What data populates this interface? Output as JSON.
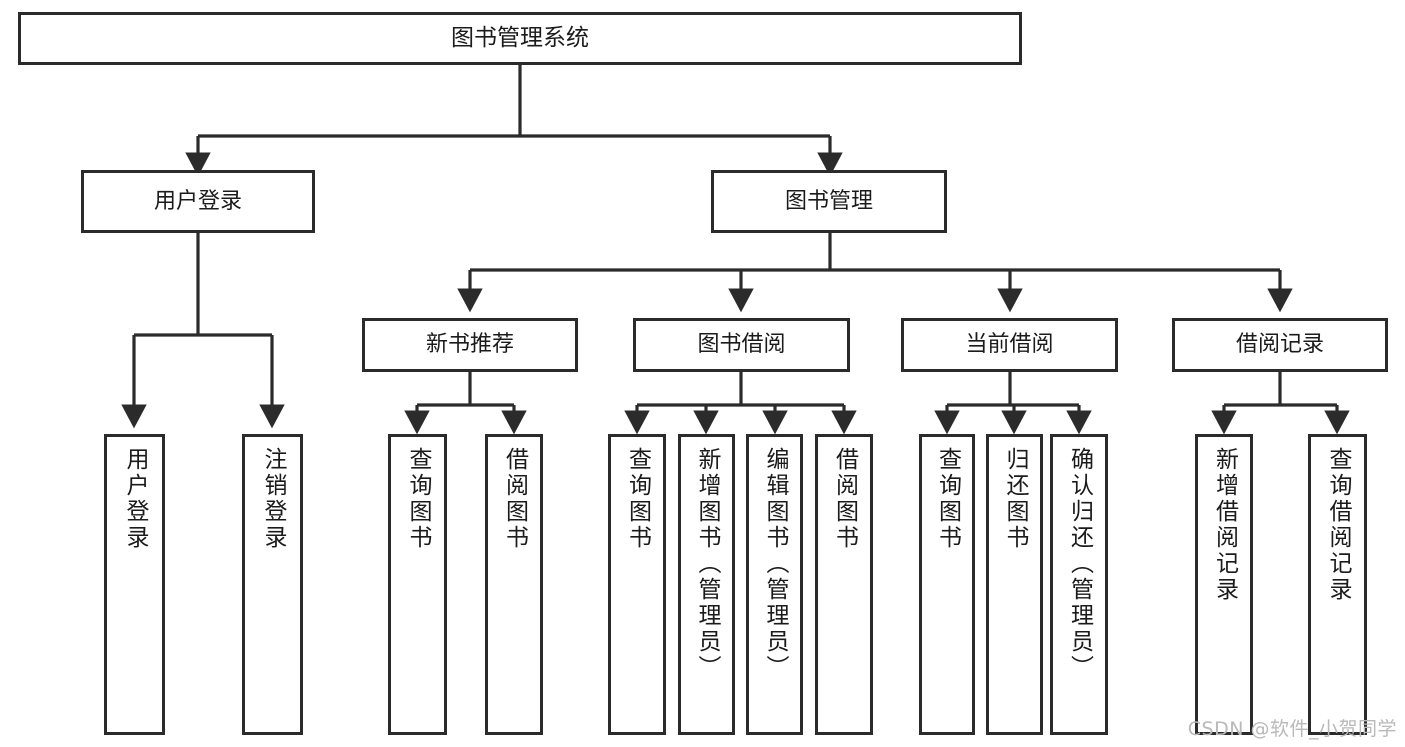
{
  "diagram": {
    "title": "图书管理系统",
    "type": "hierarchy-tree",
    "root": {
      "id": "root",
      "label": "图书管理系统"
    },
    "level2": [
      {
        "id": "user-login",
        "label": "用户登录"
      },
      {
        "id": "book-manage",
        "label": "图书管理"
      }
    ],
    "level3": [
      {
        "id": "new-book-rec",
        "label": "新书推荐"
      },
      {
        "id": "book-borrow",
        "label": "图书借阅"
      },
      {
        "id": "current-borrow",
        "label": "当前借阅"
      },
      {
        "id": "borrow-record",
        "label": "借阅记录"
      }
    ],
    "leaves": [
      {
        "id": "leaf-user-login",
        "label": "用户登录",
        "parent": "user-login"
      },
      {
        "id": "leaf-logout",
        "label": "注销登录",
        "parent": "user-login"
      },
      {
        "id": "leaf-query-book-1",
        "label": "查询图书",
        "parent": "new-book-rec"
      },
      {
        "id": "leaf-borrow-book-1",
        "label": "借阅图书",
        "parent": "new-book-rec"
      },
      {
        "id": "leaf-query-book-2",
        "label": "查询图书",
        "parent": "book-borrow"
      },
      {
        "id": "leaf-add-book",
        "label": "新增图书（管理员）",
        "parent": "book-borrow"
      },
      {
        "id": "leaf-edit-book",
        "label": "编辑图书（管理员）",
        "parent": "book-borrow"
      },
      {
        "id": "leaf-borrow-book-2",
        "label": "借阅图书",
        "parent": "book-borrow"
      },
      {
        "id": "leaf-query-book-3",
        "label": "查询图书",
        "parent": "current-borrow"
      },
      {
        "id": "leaf-return-book",
        "label": "归还图书",
        "parent": "current-borrow"
      },
      {
        "id": "leaf-confirm-return",
        "label": "确认归还（管理员）",
        "parent": "current-borrow"
      },
      {
        "id": "leaf-add-record",
        "label": "新增借阅记录",
        "parent": "borrow-record"
      },
      {
        "id": "leaf-query-record",
        "label": "查询借阅记录",
        "parent": "borrow-record"
      }
    ],
    "watermark": "CSDN @软件_小贺同学",
    "colors": {
      "stroke": "#2b2b2b",
      "fill": "#ffffff",
      "text": "#1b1b1b",
      "watermark": "#b9b9b9"
    }
  }
}
